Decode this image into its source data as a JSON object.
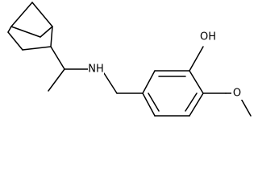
{
  "molecule": {
    "atoms": {
      "hydroxyl": "OH",
      "amine": "NH",
      "methoxy_oxygen": "O"
    },
    "colors": {
      "bond": "#000000",
      "label": "#000000",
      "background": "#ffffff"
    }
  }
}
